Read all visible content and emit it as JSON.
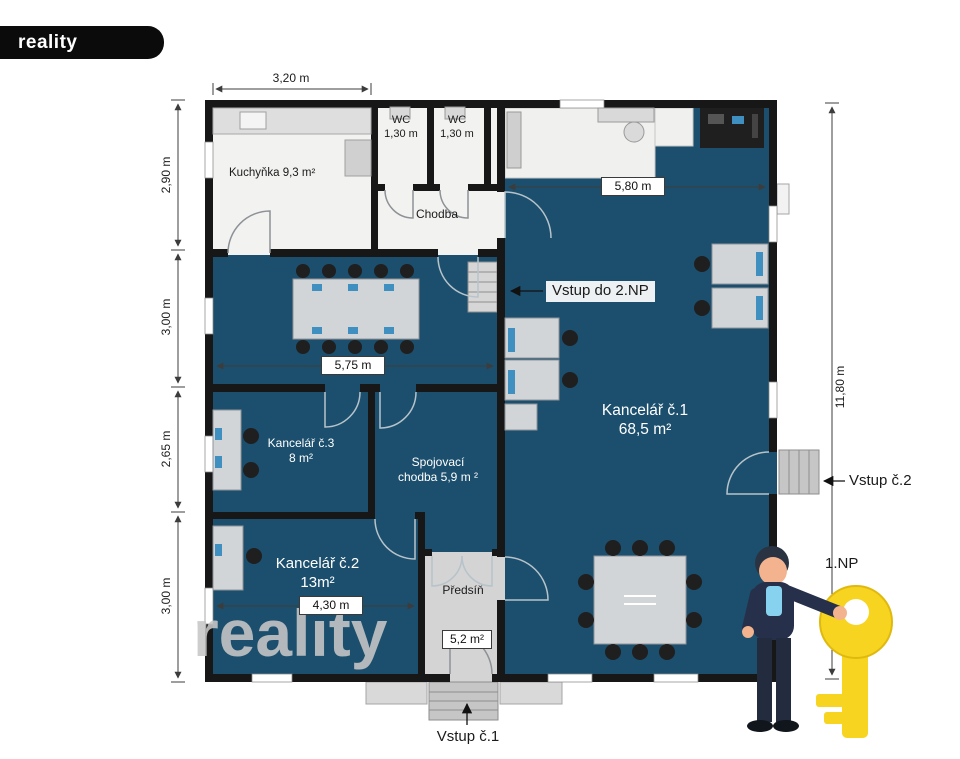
{
  "branding": {
    "logo_text": "reality",
    "watermark": "reality"
  },
  "plan": {
    "floor_label": "1.NP",
    "rooms": {
      "kuchynka": {
        "label": "Kuchyňka 9,3 m²"
      },
      "wc1": {
        "name": "WC",
        "width": "1,30 m"
      },
      "wc2": {
        "name": "WC",
        "width": "1,30 m"
      },
      "chodba": {
        "label": "Chodba"
      },
      "kancelar1": {
        "name": "Kancelář č.1",
        "area": "68,5 m²"
      },
      "kancelar3": {
        "name": "Kancelář č.3",
        "area": "8 m²"
      },
      "spojovaci": {
        "line1": "Spojovací",
        "line2": "chodba 5,9 m ²"
      },
      "kancelar2": {
        "name": "Kancelář č.2",
        "area": "13m²"
      },
      "predsin": {
        "name": "Předsíň",
        "area": "5,2 m²"
      }
    },
    "entrances": {
      "vstup1": "Vstup č.1",
      "vstup2": "Vstup č.2",
      "vstup_2np": "Vstup do 2.NP"
    },
    "dimensions": {
      "top": "3,20 m",
      "left": [
        "2,90 m",
        "3,00 m",
        "2,65 m",
        "3,00 m"
      ],
      "right": "11,80 m",
      "kancelar1_width": "5,80 m",
      "meeting_width": "5,75 m",
      "kancelar2_width": "4,30 m"
    }
  },
  "colors": {
    "room_fill": "#1c4f6d",
    "wall": "#171717",
    "light_room": "#f2f2f1",
    "predsin_floor": "#d4d4d4",
    "key_yellow": "#f6d41f",
    "screen_blue": "#3f8fc0"
  }
}
